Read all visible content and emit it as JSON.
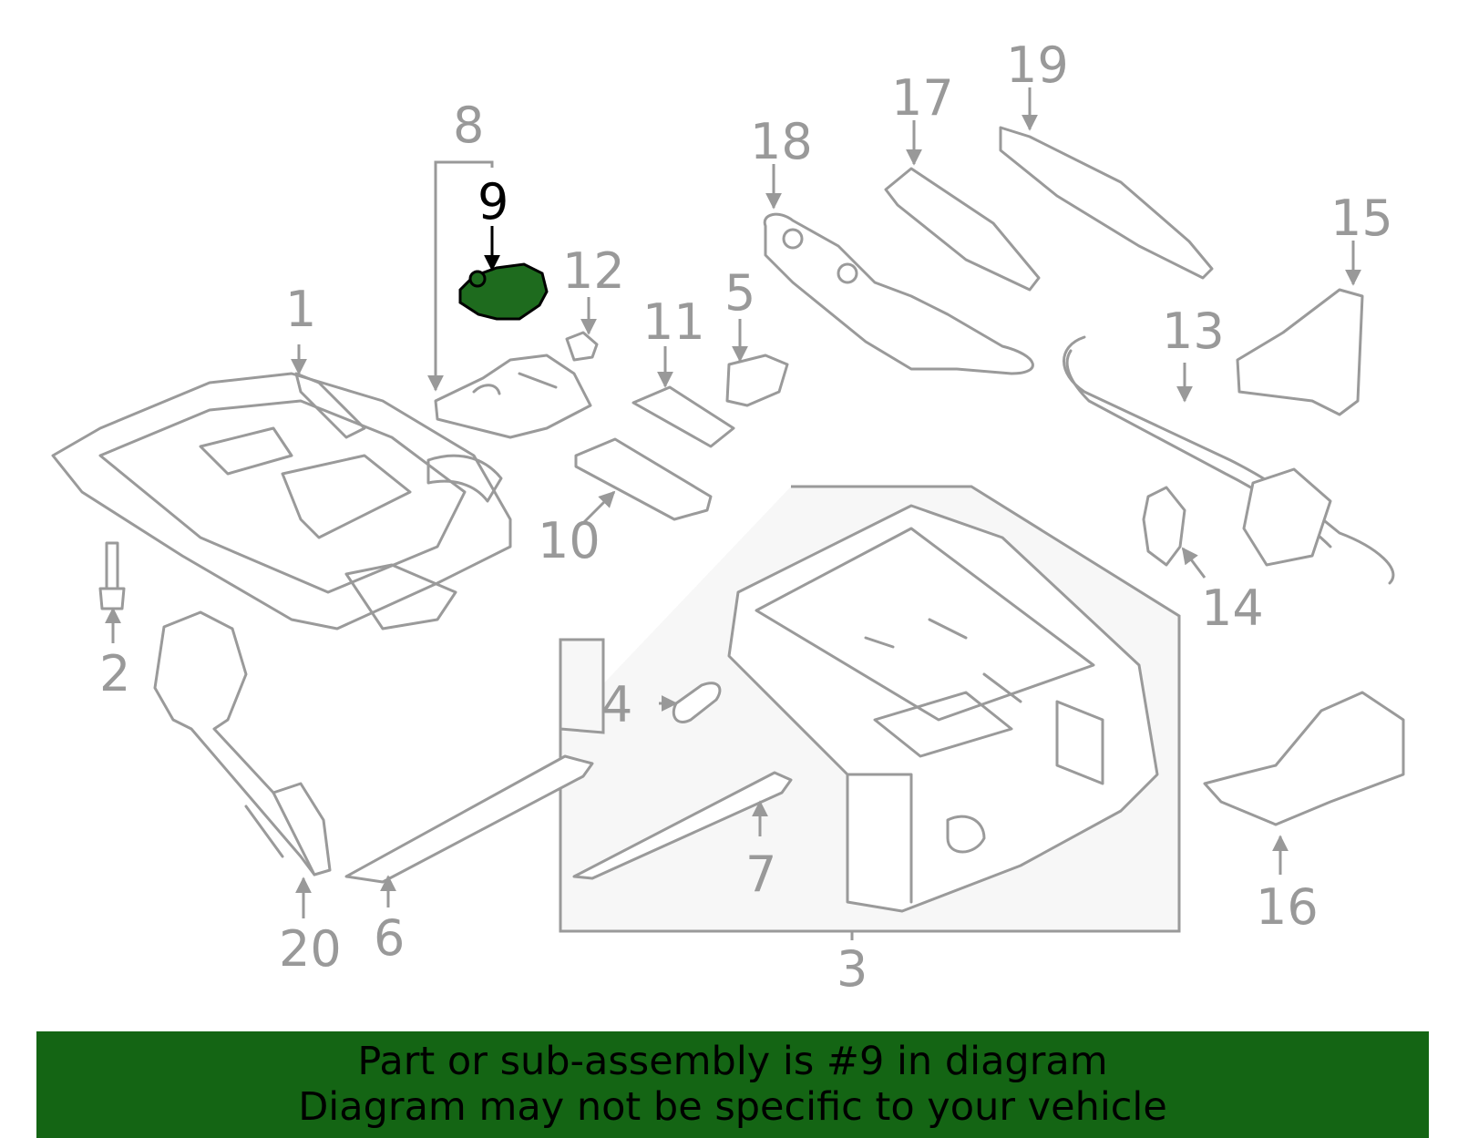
{
  "diagram": {
    "callouts": [
      "1",
      "2",
      "3",
      "4",
      "5",
      "6",
      "7",
      "8",
      "9",
      "10",
      "11",
      "12",
      "13",
      "14",
      "15",
      "16",
      "17",
      "18",
      "19",
      "20"
    ],
    "highlighted_part": "9",
    "highlight_color": "#1e6b1e",
    "line_color": "#9a9a9a"
  },
  "banner": {
    "line1": "Part or sub-assembly is #9 in diagram",
    "line2": "Diagram may not be specific to your vehicle",
    "background": "#146514"
  }
}
